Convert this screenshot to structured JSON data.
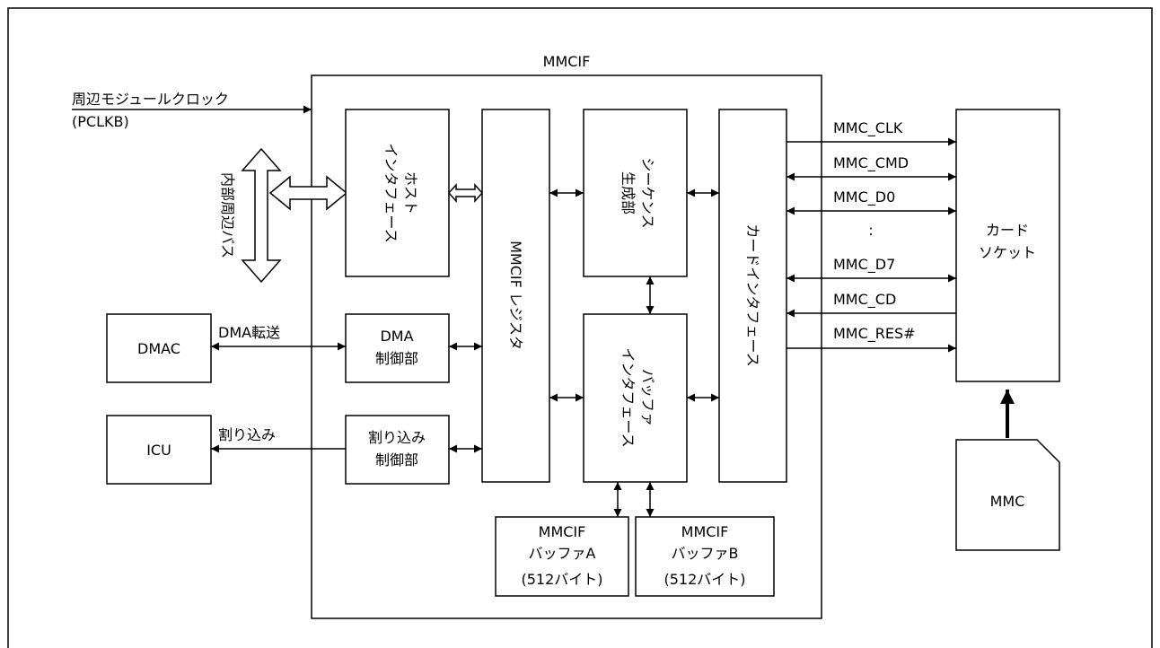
{
  "title": "MMCIF",
  "inputs": {
    "clock_label_1": "周辺モジュールクロック",
    "clock_label_2": "(PCLKB)",
    "bus_label": "内部周辺バス",
    "dma_transfer": "DMA転送",
    "interrupt": "割り込み"
  },
  "external_blocks": {
    "dmac": "DMAC",
    "icu": "ICU",
    "socket_line1": "カード",
    "socket_line2": "ソケット",
    "mmc": "MMC"
  },
  "internal_blocks": {
    "host_if_line1": "ホスト",
    "host_if_line2": "インタフェース",
    "register": "MMCIF レジスタ",
    "sequence_line1": "シーケンス",
    "sequence_line2": "生成部",
    "buffer_if_line1": "バッファ",
    "buffer_if_line2": "インタフェース",
    "card_if": "カードインタフェース",
    "dma_ctrl_line1": "DMA",
    "dma_ctrl_line2": "制御部",
    "int_ctrl_line1": "割り込み",
    "int_ctrl_line2": "制御部",
    "buffer_a_line1": "MMCIF",
    "buffer_a_line2": "バッファA",
    "buffer_a_line3": "(512バイト)",
    "buffer_b_line1": "MMCIF",
    "buffer_b_line2": "バッファB",
    "buffer_b_line3": "(512バイト)"
  },
  "signals": {
    "clk": "MMC_CLK",
    "cmd": "MMC_CMD",
    "d0": "MMC_D0",
    "dots": ":",
    "d7": "MMC_D7",
    "cd": "MMC_CD",
    "res": "MMC_RES#"
  }
}
